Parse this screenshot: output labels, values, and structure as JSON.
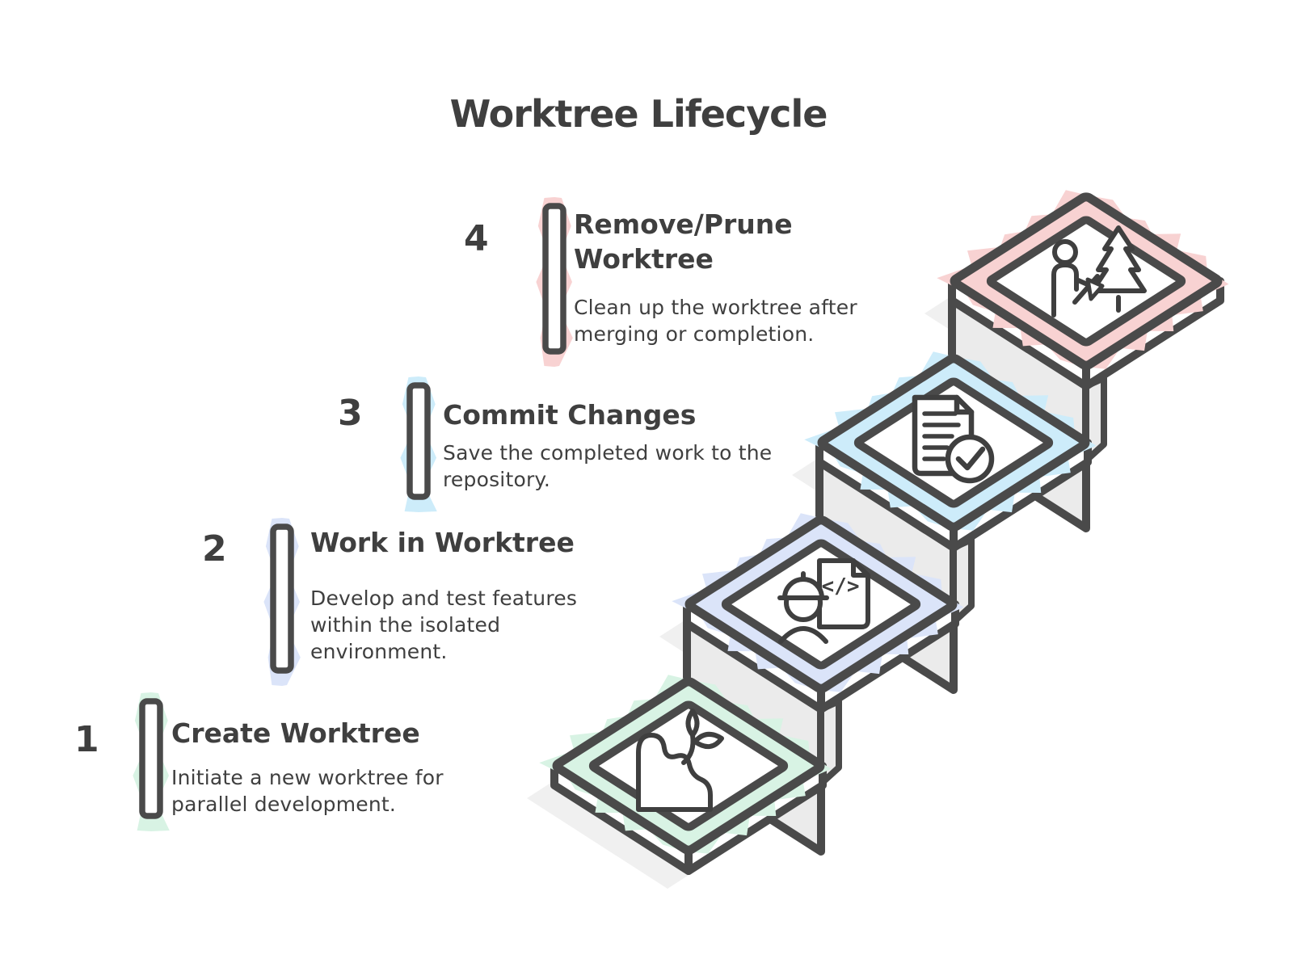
{
  "title": "Worktree Lifecycle",
  "steps": [
    {
      "number": "1",
      "title": "Create Worktree",
      "description": "Initiate a new worktree for\nparallel development.",
      "accent_color": "#d8f3e4",
      "icon": "sprout-icon"
    },
    {
      "number": "2",
      "title": "Work in Worktree",
      "description": "Develop and test features\nwithin the isolated\nenvironment.",
      "accent_color": "#dbe4f9",
      "icon": "developer-icon"
    },
    {
      "number": "3",
      "title": "Commit Changes",
      "description": "Save the completed work to the\nrepository.",
      "accent_color": "#cdecfa",
      "icon": "document-check-icon"
    },
    {
      "number": "4",
      "title": "Remove/Prune\nWorktree",
      "description": "Clean up the worktree after\nmerging or completion.",
      "accent_color": "#f8d2d2",
      "icon": "tree-removal-icon"
    }
  ],
  "icons": {
    "code_glyph": "</>"
  },
  "colors": {
    "ink": "#3f3f3f",
    "outline": "#4a4a4a",
    "step_face": "#ffffff",
    "riser_gray": "#ebebeb",
    "shadow_gray": "#e3e3e3",
    "background": "#ffffff"
  }
}
